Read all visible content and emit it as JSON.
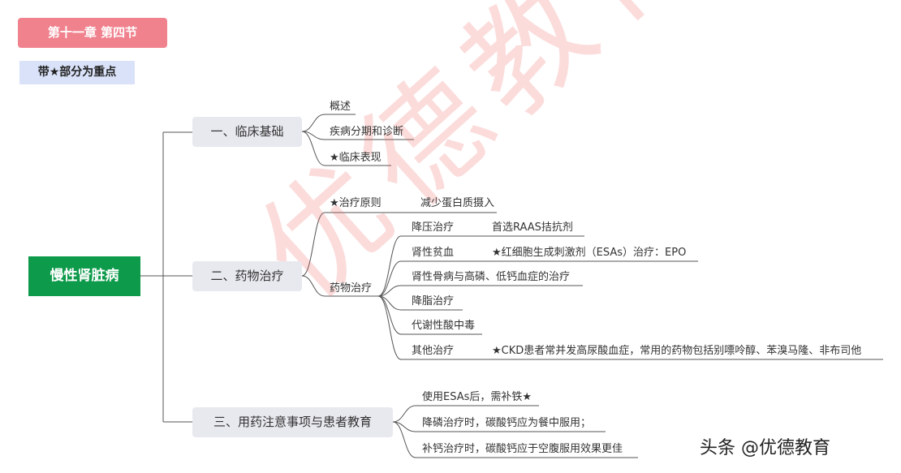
{
  "header": {
    "chapter_label": "第十一章  第四节",
    "key_note": "带★部分为重点"
  },
  "root": {
    "label": "慢性肾脏病"
  },
  "branch1": {
    "label": "一、临床基础",
    "items": [
      "概述",
      "疾病分期和诊断",
      "★临床表现"
    ]
  },
  "branch2": {
    "label": "二、药物治疗",
    "principle": {
      "label": "★治疗原则",
      "detail": "减少蛋白质摄入"
    },
    "drug": {
      "label": "药物治疗",
      "items": [
        {
          "label": "降压治疗",
          "detail": "首选RAAS拮抗剂"
        },
        {
          "label": "肾性贫血",
          "detail": "★红细胞生成刺激剂（ESAs）治疗：EPO"
        },
        {
          "label": "肾性骨病与高磷、低钙血症的治疗",
          "detail": ""
        },
        {
          "label": "降脂治疗",
          "detail": ""
        },
        {
          "label": "代谢性酸中毒",
          "detail": ""
        },
        {
          "label": "其他治疗",
          "detail": "★CKD患者常并发高尿酸血症，常用的药物包括别嘌呤醇、苯溴马隆、非布司他"
        }
      ]
    }
  },
  "branch3": {
    "label": "三、用药注意事项与患者教育",
    "items": [
      "使用ESAs后，需补铁★",
      "降磷治疗时，碳酸钙应为餐中服用；",
      "补钙治疗时，碳酸钙应于空腹服用效果更佳"
    ]
  },
  "watermark": "优德教育",
  "brand": "头条 @优德教育"
}
